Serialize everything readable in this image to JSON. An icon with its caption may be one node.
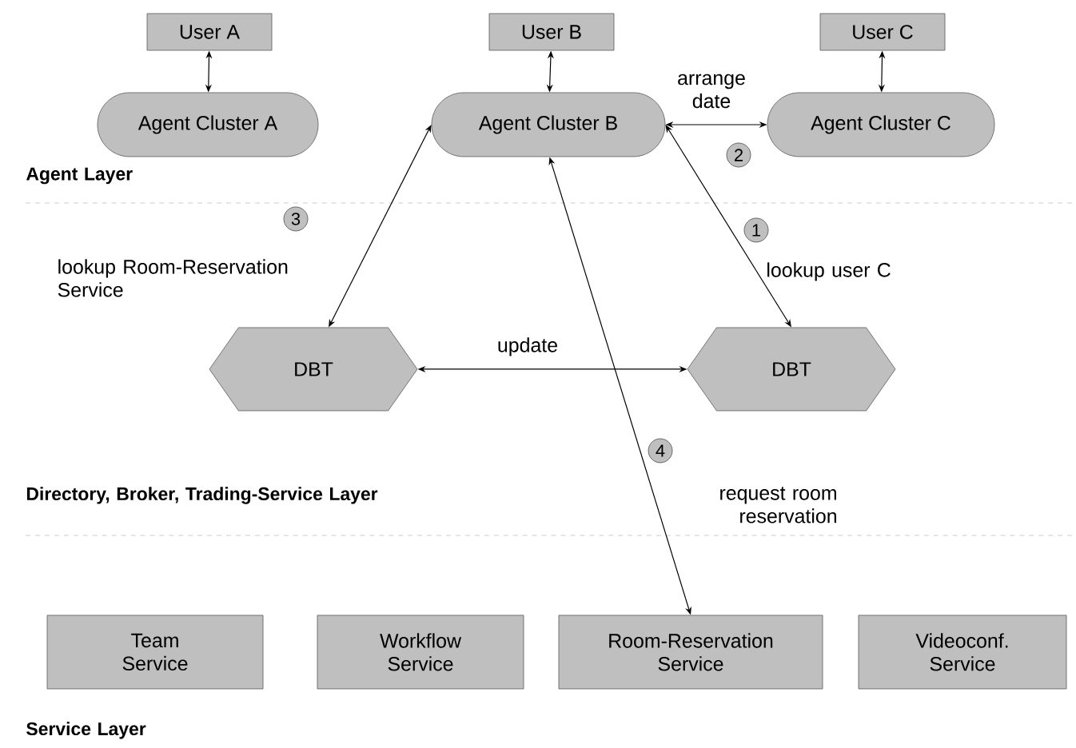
{
  "diagram": {
    "nodes": [
      {
        "text": [
          "User A"
        ]
      },
      {
        "text": [
          "User B"
        ]
      },
      {
        "text": [
          "User C"
        ]
      },
      {
        "text": [
          "Agent Cluster A"
        ]
      },
      {
        "text": [
          "Agent Cluster B"
        ]
      },
      {
        "text": [
          "Agent Cluster C"
        ]
      },
      {
        "text": [
          "DBT"
        ]
      },
      {
        "text": [
          "DBT"
        ]
      },
      {
        "text": [
          "Team Service"
        ]
      },
      {
        "text": [
          "Workflow Service"
        ]
      },
      {
        "text": [
          "Room-Reservation Service"
        ]
      },
      {
        "text": [
          "Videoconf. Service"
        ]
      }
    ],
    "edges": [
      {
        "from": 0,
        "to": 3,
        "arrow": "both"
      },
      {
        "from": 1,
        "to": 4,
        "arrow": "both"
      },
      {
        "from": 2,
        "to": 5,
        "arrow": "both"
      },
      {
        "from": 4,
        "to": 5,
        "arrow": "both",
        "label": "arrange date"
      },
      {
        "from": 4,
        "to": 7,
        "arrow": "both",
        "label": "lookup user C"
      },
      {
        "from": 4,
        "to": 6,
        "arrow": "both",
        "label": "lookup Room-Reservation Service"
      },
      {
        "from": 6,
        "to": 7,
        "arrow": "both",
        "label": "update"
      },
      {
        "from": 4,
        "to": 10,
        "arrow": "both",
        "label": "request room reservation"
      }
    ],
    "labels": [
      "2",
      "Agent Layer",
      "3",
      "1",
      "4",
      "Directory, Broker, Trading-Service Layer",
      "Service Layer"
    ]
  }
}
